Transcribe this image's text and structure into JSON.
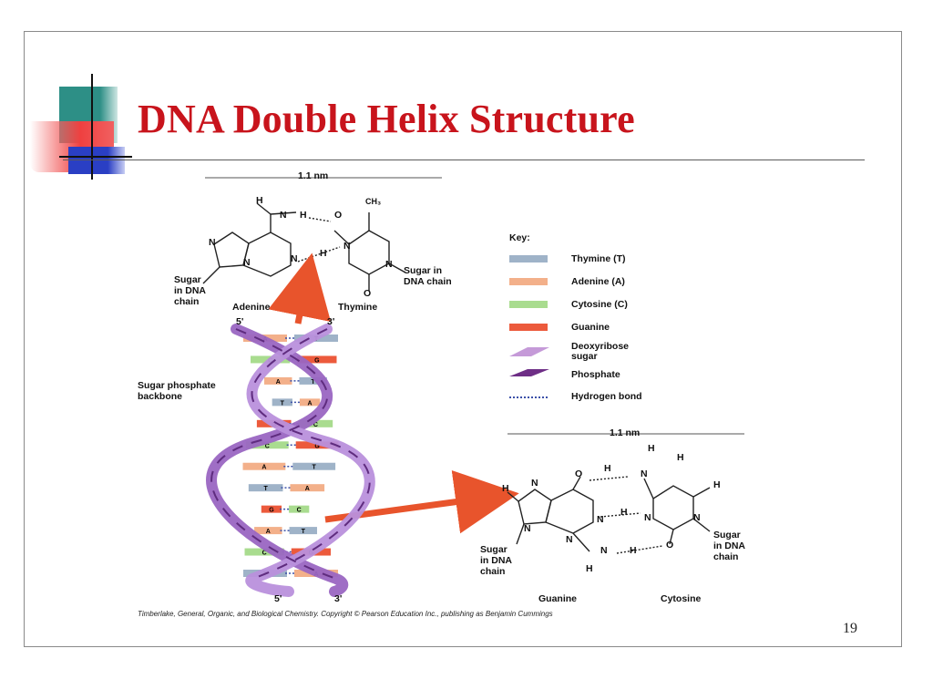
{
  "title": "DNA Double Helix Structure",
  "top_pair": {
    "measure": "1.1 nm",
    "left_sugar": "Sugar\nin DNA\nchain",
    "right_sugar": "Sugar in\nDNA chain",
    "base_left": "Adenine",
    "base_right": "Thymine",
    "end_left": "5'",
    "end_right": "3'",
    "methyl": "CH₃"
  },
  "bottom_pair": {
    "measure": "1.1 nm",
    "left_sugar": "Sugar\nin DNA\nchain",
    "right_sugar": "Sugar\nin DNA\nchain",
    "base_left": "Guanine",
    "base_right": "Cytosine"
  },
  "helix": {
    "backbone_label": "Sugar phosphate\nbackbone",
    "bottom_left_end": "5'",
    "bottom_right_end": "3'",
    "rungs": [
      {
        "left": "A",
        "right": "T"
      },
      {
        "left": "C",
        "right": "G"
      },
      {
        "left": "A",
        "right": "T"
      },
      {
        "left": "T",
        "right": "A"
      },
      {
        "left": "G",
        "right": "C"
      },
      {
        "left": "C",
        "right": "G"
      },
      {
        "left": "A",
        "right": "T"
      },
      {
        "left": "T",
        "right": "A"
      },
      {
        "left": "G",
        "right": "C"
      },
      {
        "left": "A",
        "right": "T"
      },
      {
        "left": "C",
        "right": "G"
      },
      {
        "left": "T",
        "right": "A"
      }
    ]
  },
  "key": {
    "heading": "Key:",
    "items": [
      {
        "label": "Thymine (T)",
        "color": "#9fb3c8"
      },
      {
        "label": "Adenine (A)",
        "color": "#f3b08a"
      },
      {
        "label": "Cytosine (C)",
        "color": "#a9dc8f"
      },
      {
        "label": "Guanine",
        "color": "#ec5a3c"
      },
      {
        "label": "Deoxyribose\nsugar",
        "color": "#c59ad8"
      },
      {
        "label": "Phosphate",
        "color": "#6e2e86"
      },
      {
        "label": "Hydrogen bond",
        "color": "#3b50a8"
      }
    ]
  },
  "atoms": {
    "H": "H",
    "N": "N",
    "O": "O"
  },
  "citation": "Timberlake, General, Organic, and Biological Chemistry. Copyright © Pearson Education Inc., publishing as Benjamin Cummings",
  "page_number": "19",
  "colors": {
    "title": "#c8141c",
    "arrow": "#e8542c",
    "strand": "#9a66c2",
    "teal": "#2d8f86",
    "blue": "#2a3fc4",
    "red": "#ef4040"
  }
}
